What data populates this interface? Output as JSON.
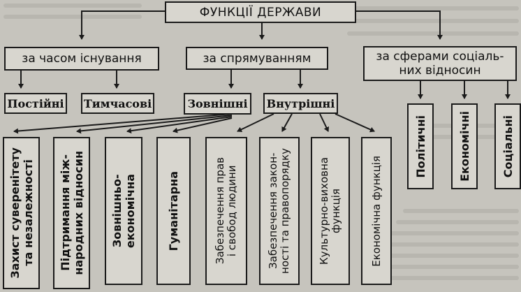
{
  "colors": {
    "background": "#c6c4bd",
    "box_fill": "#d8d6cf",
    "stroke": "#1a1a1a"
  },
  "root": {
    "label": "ФУНКЦІЇ ДЕРЖАВИ"
  },
  "categories": [
    {
      "label": "за часом існування"
    },
    {
      "label": "за спрямуванням"
    },
    {
      "label": "за сферами соціаль-\nних відносин"
    }
  ],
  "time_items": [
    {
      "label": "Постійні"
    },
    {
      "label": "Тимчасові"
    }
  ],
  "direction_items": [
    {
      "label": "Зовнішні"
    },
    {
      "label": "Внутрішні"
    }
  ],
  "external_functions": [
    {
      "label": "Захист суверенітету\nта незалежності"
    },
    {
      "label": "Підтримання між-\nнародних відносин"
    },
    {
      "label": "Зовнішньо-\nекономічна"
    },
    {
      "label": "Гуманітарна"
    }
  ],
  "internal_functions": [
    {
      "label": "Забезпечення прав\nі свобод людини"
    },
    {
      "label": "Забезпечення закон-\nності та правопорядку"
    },
    {
      "label": "Культурно-виховна\nфункція"
    },
    {
      "label": "Економічна функція"
    }
  ],
  "sphere_items": [
    {
      "label": "Політичні"
    },
    {
      "label": "Економічні"
    },
    {
      "label": "Соціальні"
    }
  ]
}
